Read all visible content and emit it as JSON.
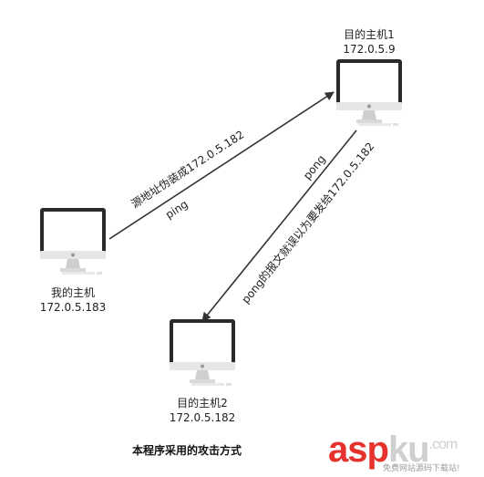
{
  "nodes": {
    "my_host": {
      "name": "我的主机",
      "ip": "172.0.5.183"
    },
    "target_host_1": {
      "name": "目的主机1",
      "ip": "172.0.5.9"
    },
    "target_host_2": {
      "name": "目的主机2",
      "ip": "172.0.5.182"
    }
  },
  "edges": {
    "ping": {
      "label_spoof": "源地址伪装成172.0.5.182",
      "label_type": "ping"
    },
    "pong": {
      "label_type": "pong",
      "label_reply": "pong的报文就误以为要发给172.0.5.182"
    }
  },
  "caption": "本程序采用的攻击方式",
  "watermark": {
    "asp": "asp",
    "ku": "ku",
    "com": ".com",
    "slogan": "免费网站源码下载站!"
  },
  "colors": {
    "line": "#333333",
    "screen": "#202020",
    "watermark_red": "#e6322d"
  }
}
